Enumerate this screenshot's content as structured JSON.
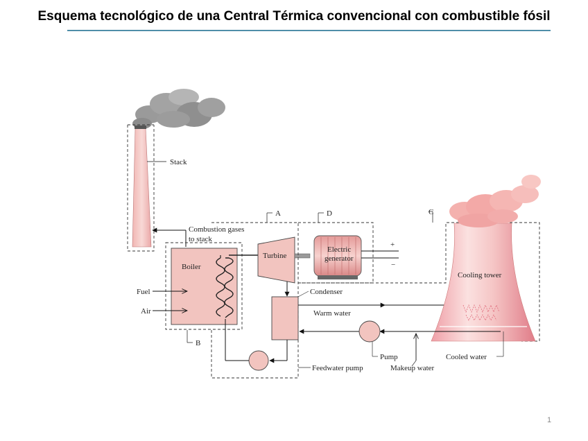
{
  "slide": {
    "title": "Esquema tecnológico de una Central Térmica convencional con combustible fósil",
    "page_number": "1"
  },
  "diagram": {
    "labels": {
      "stack": "Stack",
      "combustion_gases_line1": "Combustion gases",
      "combustion_gases_line2": "to stack",
      "boiler": "Boiler",
      "fuel": "Fuel",
      "air": "Air",
      "turbine": "Turbine",
      "generator_line1": "Electric",
      "generator_line2": "generator",
      "plus": "+",
      "minus": "−",
      "condenser": "Condenser",
      "warm_water": "Warm water",
      "cooling_tower": "Cooling tower",
      "pump": "Pump",
      "makeup_water": "Makeup water",
      "cooled_water": "Cooled water",
      "feedwater_pump": "Feedwater pump",
      "region_a": "A",
      "region_b": "B",
      "region_c": "C",
      "region_d": "D"
    },
    "colors": {
      "fill_pink": "#f2c4bf",
      "smoke": "#9a9a9a",
      "tower_dark": "#e8a0a6",
      "rule": "#4f8ea8"
    }
  }
}
